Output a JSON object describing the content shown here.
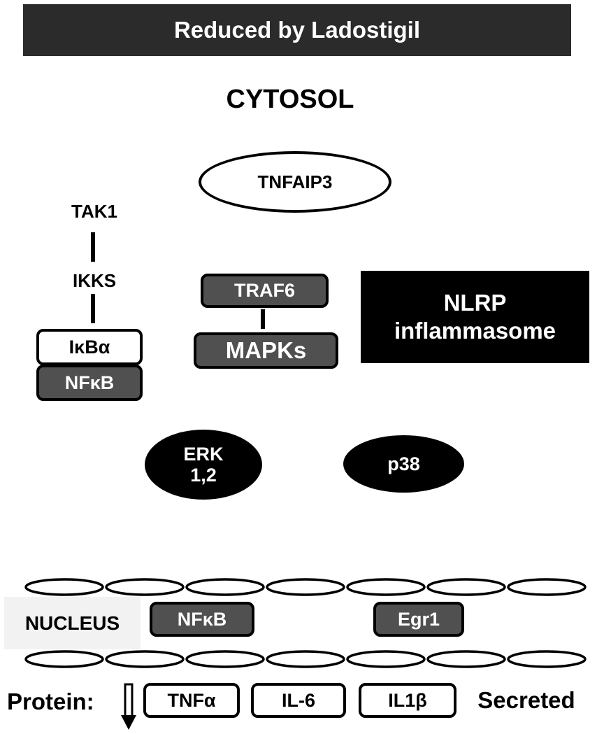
{
  "banner": {
    "text": "Reduced by Ladostigil"
  },
  "cytosol": {
    "text": "CYTOSOL"
  },
  "tnfaip3": {
    "text": "TNFAIP3"
  },
  "pathway_left": {
    "tak1": "TAK1",
    "ikks": "IKKS",
    "ikba": "IκBα",
    "nfkb": "NFκB"
  },
  "pathway_mid": {
    "traf6": "TRAF6",
    "mapks": "MAPKs"
  },
  "nlrp": {
    "line1": "NLRP",
    "line2": "inflammasome"
  },
  "erk": {
    "line1": "ERK",
    "line2": "1,2"
  },
  "p38": {
    "text": "p38"
  },
  "nucleus": {
    "label": "NUCLEUS",
    "nfkb": "NFκB",
    "egr1": "Egr1"
  },
  "protein_row": {
    "label": "Protein:",
    "tnfa": "TNFα",
    "il6": "IL-6",
    "il1b": "IL1β",
    "secreted": "Secreted"
  },
  "colors": {
    "banner": "#2b2b2b",
    "dark_box": "#505050",
    "black": "#000000",
    "nucleus_bg": "#f2f2f2"
  },
  "icons": {
    "down_arrow": "down-arrow-icon",
    "membrane": "nuclear-membrane-icon"
  }
}
